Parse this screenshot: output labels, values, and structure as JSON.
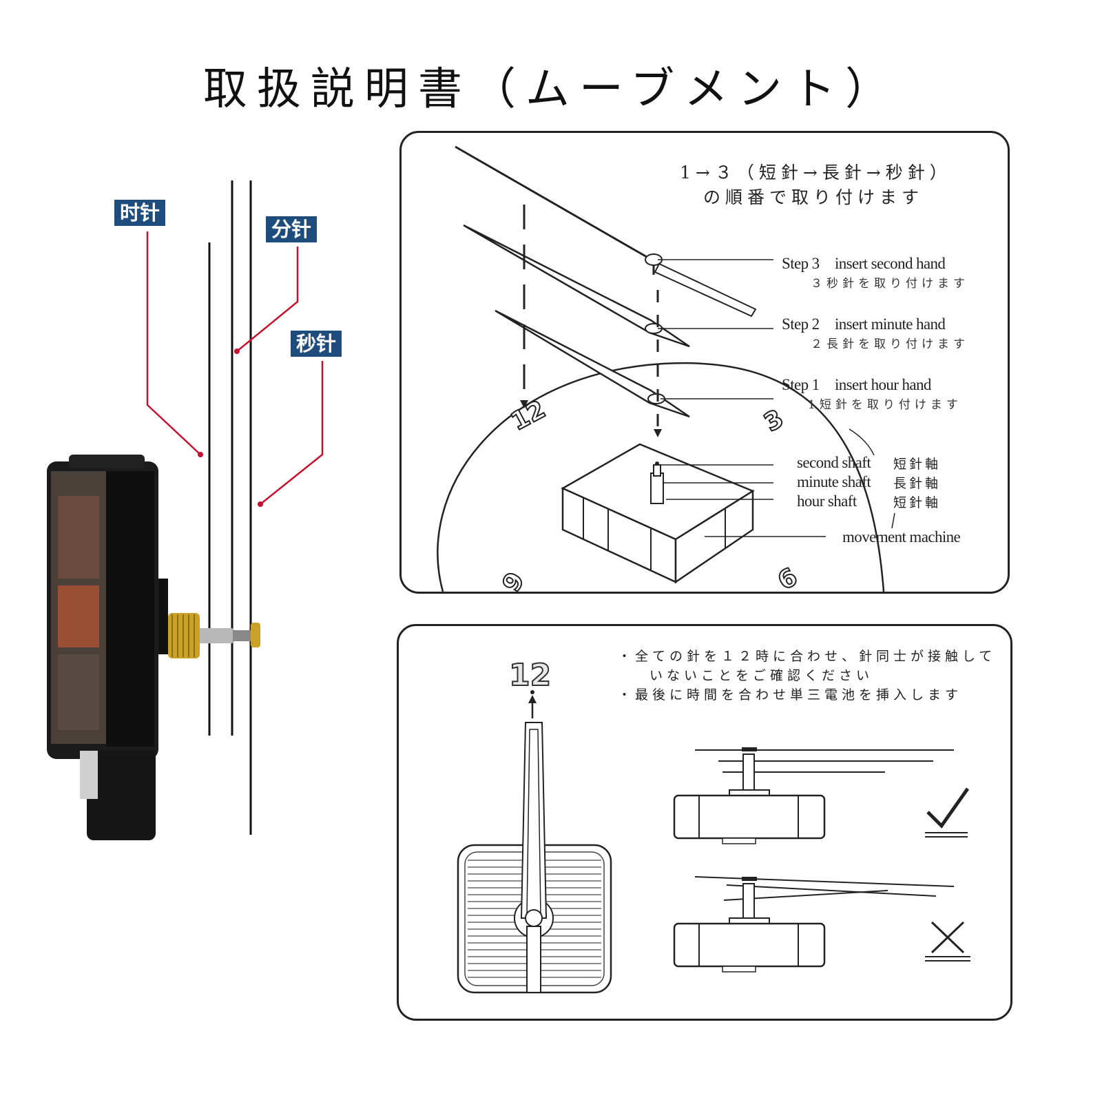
{
  "title": "取扱説明書（ムーブメント）",
  "side_labels": {
    "hour": "时针",
    "minute": "分针",
    "second": "秒针"
  },
  "colors": {
    "label_bg": "#1e4c7c",
    "pointer_red": "#c8102e",
    "brass": "#c9a227"
  },
  "top_panel": {
    "order_line1": "1→３（短針→長針→秒針）",
    "order_line2": "の順番で取り付けます",
    "steps": [
      {
        "label": "Step 3　insert second hand",
        "jp": "３秒針を取り付けます"
      },
      {
        "label": "Step 2　insert minute hand",
        "jp": "２長針を取り付けます"
      },
      {
        "label": "Step 1　insert hour hand",
        "jp": "1短針を取り付けます"
      }
    ],
    "shafts": [
      {
        "en": "second shaft",
        "jp": "短針軸"
      },
      {
        "en": "minute shaft",
        "jp": "長針軸"
      },
      {
        "en": "hour shaft",
        "jp": "短針軸"
      }
    ],
    "movement_label": "movement machine",
    "dial_numbers": [
      "12",
      "3",
      "6",
      "9"
    ]
  },
  "bottom_panel": {
    "note_line1": "・全ての針を１２時に合わせ、針同士が接触して",
    "note_line2": "いないことをご確認ください",
    "note_line3": "・最後に時間を合わせ単三電池を挿入します",
    "twelve": "12",
    "correct_icon": "check-mark-icon",
    "wrong_icon": "cross-mark-icon"
  }
}
